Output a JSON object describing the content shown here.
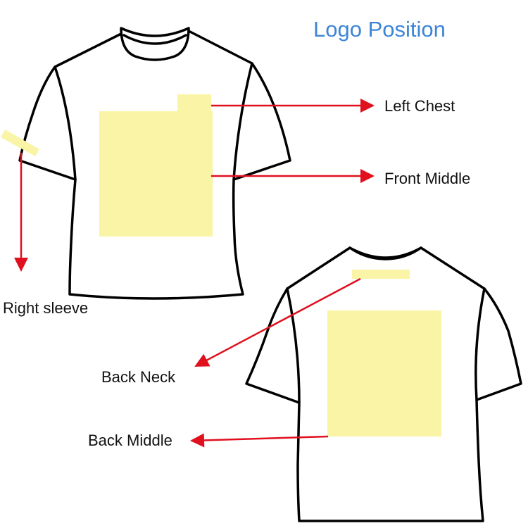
{
  "title": "Logo Position",
  "colors": {
    "title": "#3d85d6",
    "arrow": "#e0101e",
    "zone": "#f9f4a6",
    "outline": "#000000"
  },
  "placements": {
    "left_chest": "Left Chest",
    "front_middle": "Front Middle",
    "right_sleeve": "Right sleeve",
    "back_neck": "Back Neck",
    "back_middle": "Back Middle"
  }
}
